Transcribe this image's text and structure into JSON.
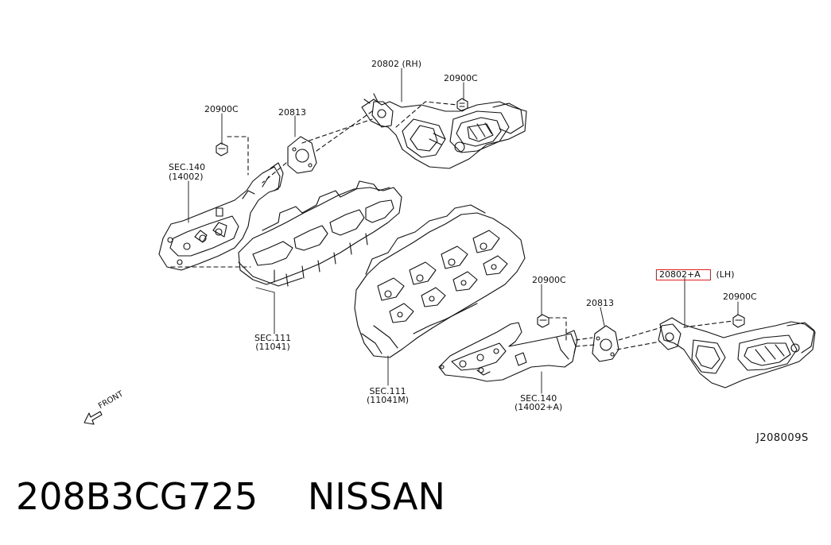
{
  "labels": {
    "p20802_rh": "20802 (RH)",
    "p20900c_top": "20900C",
    "p20900c_left": "20900C",
    "p20813_top": "20813",
    "sec140_top_a": "SEC.140",
    "sec140_top_b": "(14002)",
    "sec111_left_a": "SEC.111",
    "sec111_left_b": "(11041)",
    "p20900c_mid": "20900C",
    "p20813_bot": "20813",
    "p20802a_lh_part": "20802+A",
    "p20802a_lh_side": "(LH)",
    "p20900c_right": "20900C",
    "sec111_mid_a": "SEC.111",
    "sec111_mid_b": "(11041M)",
    "sec140_bot_a": "SEC.140",
    "sec140_bot_b": "(14002+A)",
    "front": "FRONT",
    "diagram_code": "J208009S"
  },
  "highlight_color": "#e02020",
  "footer": {
    "part_number": "208B3CG725",
    "brand": "NISSAN"
  },
  "icons": [
    "front-arrow-icon"
  ]
}
